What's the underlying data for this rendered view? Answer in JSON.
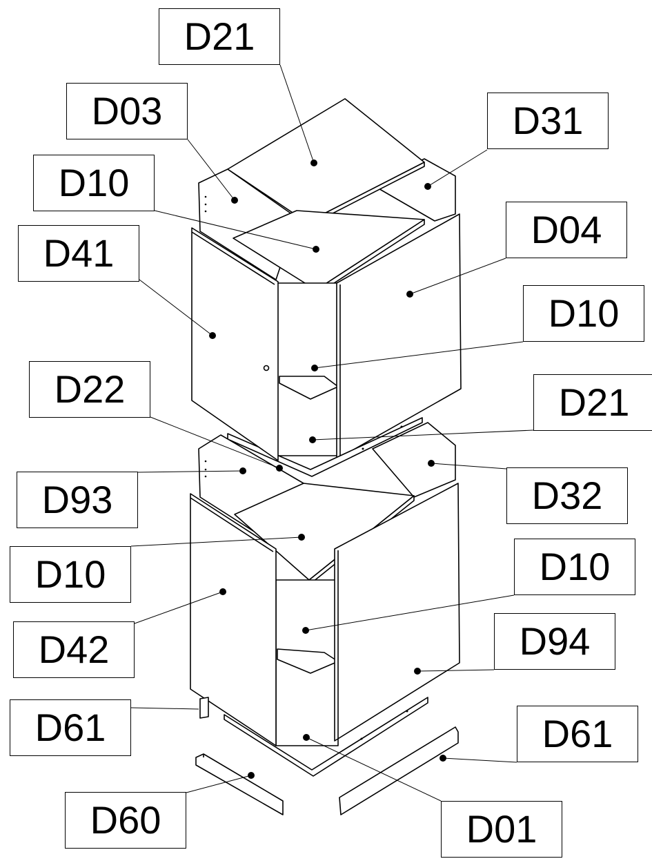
{
  "labels": [
    "D21",
    "D03",
    "D31",
    "D10",
    "D04",
    "D41",
    "D10",
    "D22",
    "D21",
    "D93",
    "D32",
    "D10",
    "D10",
    "D42",
    "D94",
    "D61",
    "D61",
    "D60",
    "D01"
  ],
  "colors": {
    "line": "#000000",
    "panel": "#ffffff"
  }
}
